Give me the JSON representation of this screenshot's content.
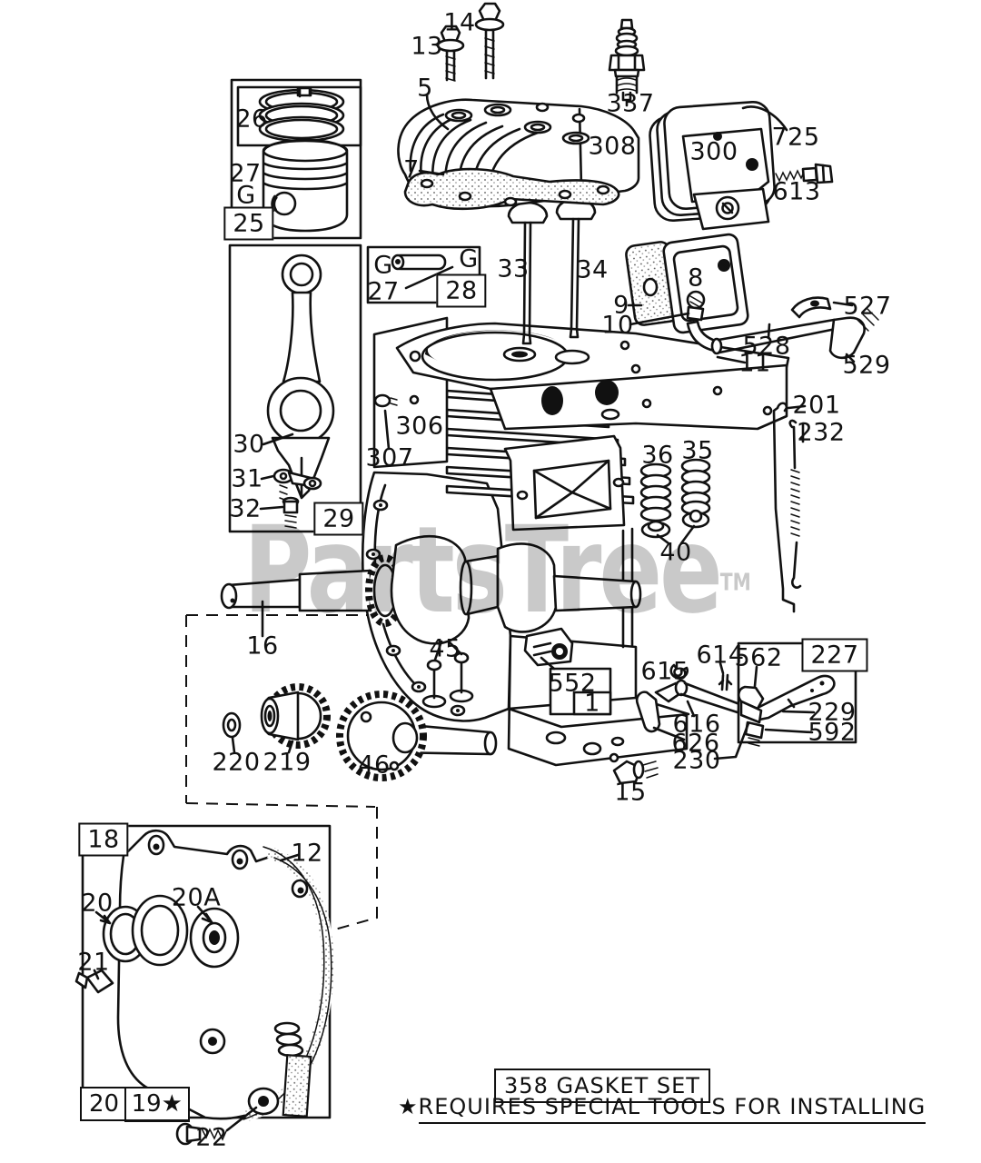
{
  "colors": {
    "ink": "#111111",
    "paper": "#ffffff",
    "wm": "#c9c9c9"
  },
  "watermark": {
    "text": "PartsTree",
    "tm": "TM"
  },
  "footer": {
    "gasket_set": "358 GASKET SET",
    "note_star": "★",
    "note": "REQUIRES SPECIAL TOOLS FOR INSTALLING"
  },
  "labels": {
    "1": "1",
    "5": "5",
    "7": "7",
    "8": "8",
    "9": "9",
    "10": "10",
    "11": "11",
    "12": "12",
    "13": "13",
    "14": "14",
    "15": "15",
    "16": "16",
    "18": "18",
    "19": "19★",
    "20": "20",
    "20A": "20A",
    "21": "21",
    "22": "22",
    "25": "25",
    "26": "26",
    "27": "27",
    "28": "28",
    "29": "29",
    "30": "30",
    "31": "31",
    "32": "32",
    "33": "33",
    "34": "34",
    "35": "35",
    "36": "36",
    "40": "40",
    "45": "45",
    "46": "46",
    "201": "201",
    "219": "219",
    "220": "220",
    "227": "227",
    "229": "229",
    "230": "230",
    "232": "232",
    "300": "300",
    "306": "306",
    "307": "307",
    "308": "308",
    "337": "337",
    "527": "527",
    "528": "528",
    "529": "529",
    "552": "552",
    "562": "562",
    "592": "592",
    "613": "613",
    "614": "614",
    "615": "615",
    "616": "616",
    "626": "626",
    "725": "725",
    "G": "G"
  }
}
